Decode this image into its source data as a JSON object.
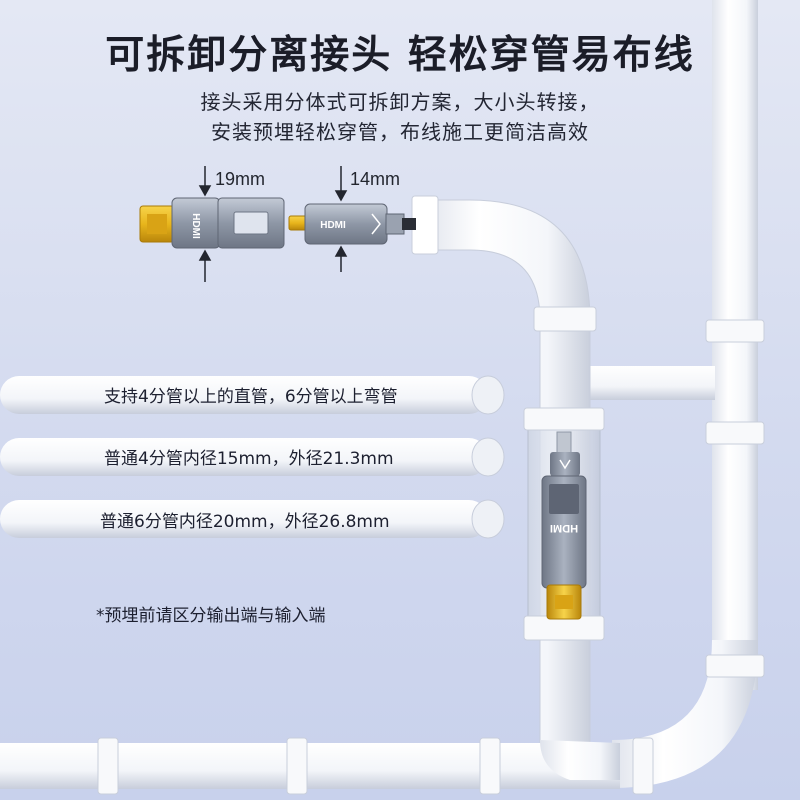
{
  "headline": {
    "title": "可拆卸分离接头 轻松穿管易布线",
    "line1": "接头采用分体式可拆卸方案，大小头转接，",
    "line2": "安装预埋轻松穿管，布线施工更简洁高效"
  },
  "dimensions": {
    "large_head": "19mm",
    "small_head": "14mm"
  },
  "connector_marks": {
    "hdmi": "HDMI"
  },
  "pipe_labels": [
    "支持4分管以上的直管，6分管以上弯管",
    "普通4分管内径15mm，外径21.3mm",
    "普通6分管内径20mm，外径26.8mm"
  ],
  "note": "*预埋前请区分输出端与输入端",
  "colors": {
    "background_top": "#e4e8f4",
    "background_bottom": "#c8d1ec",
    "pipe": "#ffffff",
    "connector_metal": "#8e97a6",
    "gold_plug": "#e8b51c",
    "text": "#1f2230"
  }
}
